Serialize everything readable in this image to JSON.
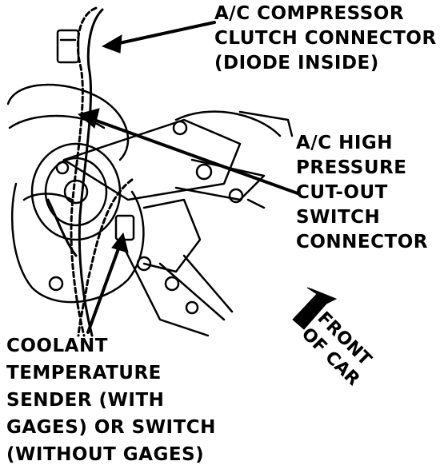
{
  "labels": {
    "compressor_connector": [
      "A/C COMPRESSOR",
      "CLUTCH CONNECTOR",
      "(DIODE INSIDE)"
    ],
    "high_pressure_switch": [
      "A/C HIGH",
      "PRESSURE",
      "CUT-OUT",
      "SWITCH",
      "CONNECTOR"
    ],
    "coolant_sender": [
      "COOLANT",
      "TEMPERATURE",
      "SENDER (WITH",
      "GAGES) OR SWITCH",
      "(WITHOUT GAGES)"
    ],
    "front_of_car": [
      "FRONT",
      "OF CAR"
    ]
  },
  "colors": {
    "ink": "#000000",
    "paper": "#ffffff"
  }
}
